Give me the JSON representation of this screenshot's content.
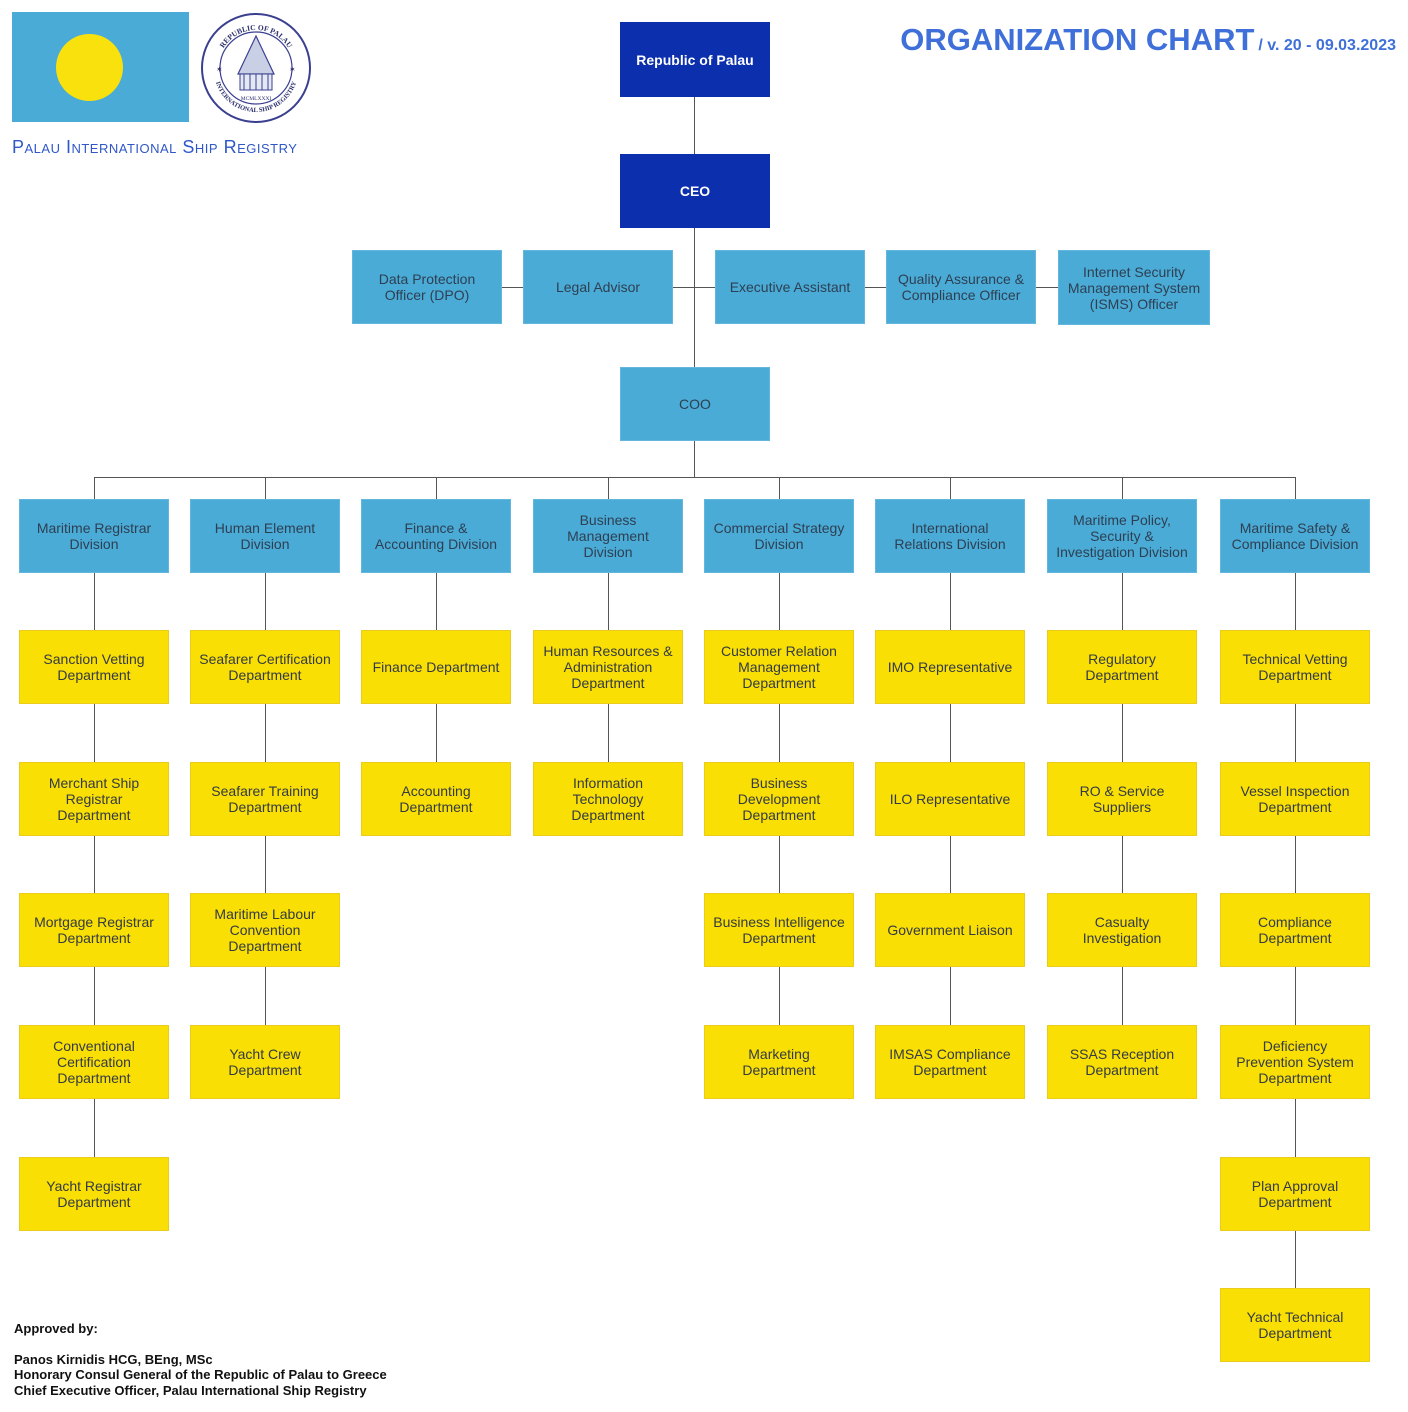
{
  "header": {
    "registry_name": "Palau International Ship Registry",
    "title": "ORGANIZATION CHART",
    "version": "/ v. 20 - 09.03.2023",
    "seal_text_top": "REPUBLIC OF PALAU",
    "seal_text_bottom": "INTERNATIONAL SHIP REGISTRY",
    "seal_year": "MCMLXXXI"
  },
  "colors": {
    "executive": "#0b2fad",
    "office": "#4aabd6",
    "department": "#f9df04",
    "title": "#3f6fd9",
    "flag_field": "#4aabd6",
    "flag_disc": "#f9e10d"
  },
  "top": {
    "republic": "Republic of Palau",
    "ceo": "CEO",
    "coo": "COO"
  },
  "ceo_staff": [
    "Data Protection Officer (DPO)",
    "Legal Advisor",
    "Executive Assistant",
    "Quality Assurance & Compliance Officer",
    "Internet Security Management System (ISMS) Officer"
  ],
  "divisions": [
    {
      "name": "Maritime Registrar Division",
      "departments": [
        "Sanction Vetting Department",
        "Merchant Ship Registrar Department",
        "Mortgage Registrar Department",
        "Conventional Certification Department",
        "Yacht Registrar Department"
      ]
    },
    {
      "name": "Human Element Division",
      "departments": [
        "Seafarer Certification Department",
        "Seafarer Training Department",
        "Maritime Labour Convention Department",
        "Yacht Crew Department"
      ]
    },
    {
      "name": "Finance & Accounting Division",
      "departments": [
        "Finance Department",
        "Accounting Department"
      ]
    },
    {
      "name": "Business Management Division",
      "departments": [
        "Human Resources & Administration Department",
        "Information Technology Department"
      ]
    },
    {
      "name": "Commercial Strategy Division",
      "departments": [
        "Customer Relation Management Department",
        "Business Development Department",
        "Business Intelligence Department",
        "Marketing Department"
      ]
    },
    {
      "name": "International Relations Division",
      "departments": [
        "IMO Representative",
        "ILO Representative",
        "Government Liaison",
        "IMSAS Compliance Department"
      ]
    },
    {
      "name": "Maritime Policy, Security & Investigation Division",
      "departments": [
        "Regulatory Department",
        "RO & Service Suppliers",
        "Casualty Investigation",
        "SSAS Reception Department"
      ]
    },
    {
      "name": "Maritime Safety & Compliance Division",
      "departments": [
        "Technical Vetting Department",
        "Vessel Inspection Department",
        "Compliance Department",
        "Deficiency Prevention System Department",
        "Plan Approval Department",
        "Yacht Technical Department"
      ]
    }
  ],
  "approval": {
    "label": "Approved by:",
    "name": "Panos Kirnidis HCG, BEng, MSc",
    "role1": "Honorary Consul General of the Republic of Palau to Greece",
    "role2": "Chief Executive Officer, Palau International Ship Registry"
  }
}
